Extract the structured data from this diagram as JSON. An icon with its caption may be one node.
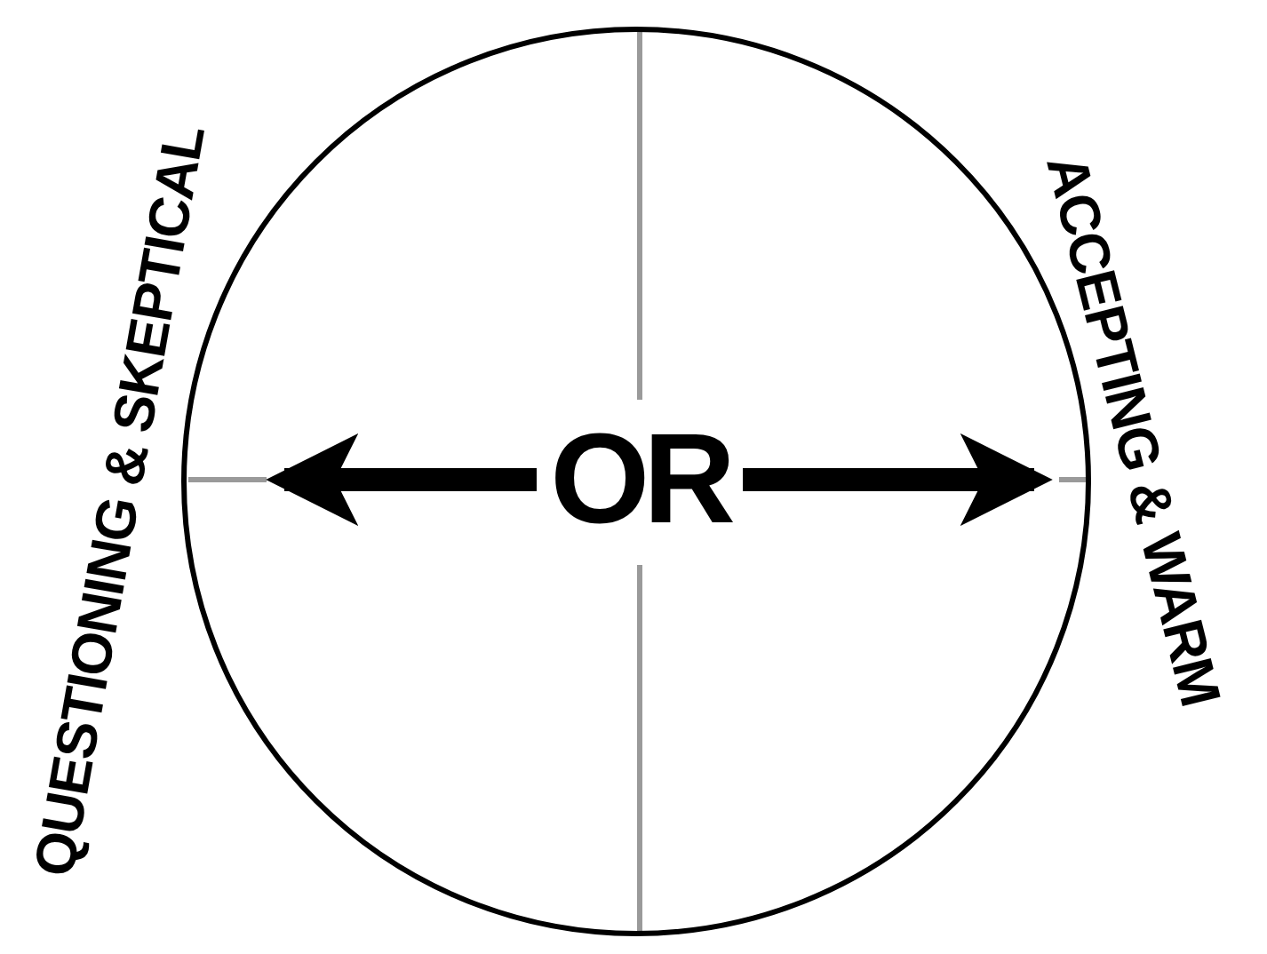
{
  "diagram": {
    "nodes": [
      {
        "text": [],
        "shape": "circle"
      },
      {
        "text": [
          "OR"
        ],
        "in": 0
      },
      {
        "text": [
          "QUESTIONING & SKEPTICAL"
        ]
      },
      {
        "text": [
          "ACCEPTING & WARM"
        ]
      }
    ],
    "edges": [
      {
        "from": 1,
        "to": 2,
        "arrow": "to"
      },
      {
        "from": 1,
        "to": 3,
        "arrow": "to"
      }
    ]
  }
}
